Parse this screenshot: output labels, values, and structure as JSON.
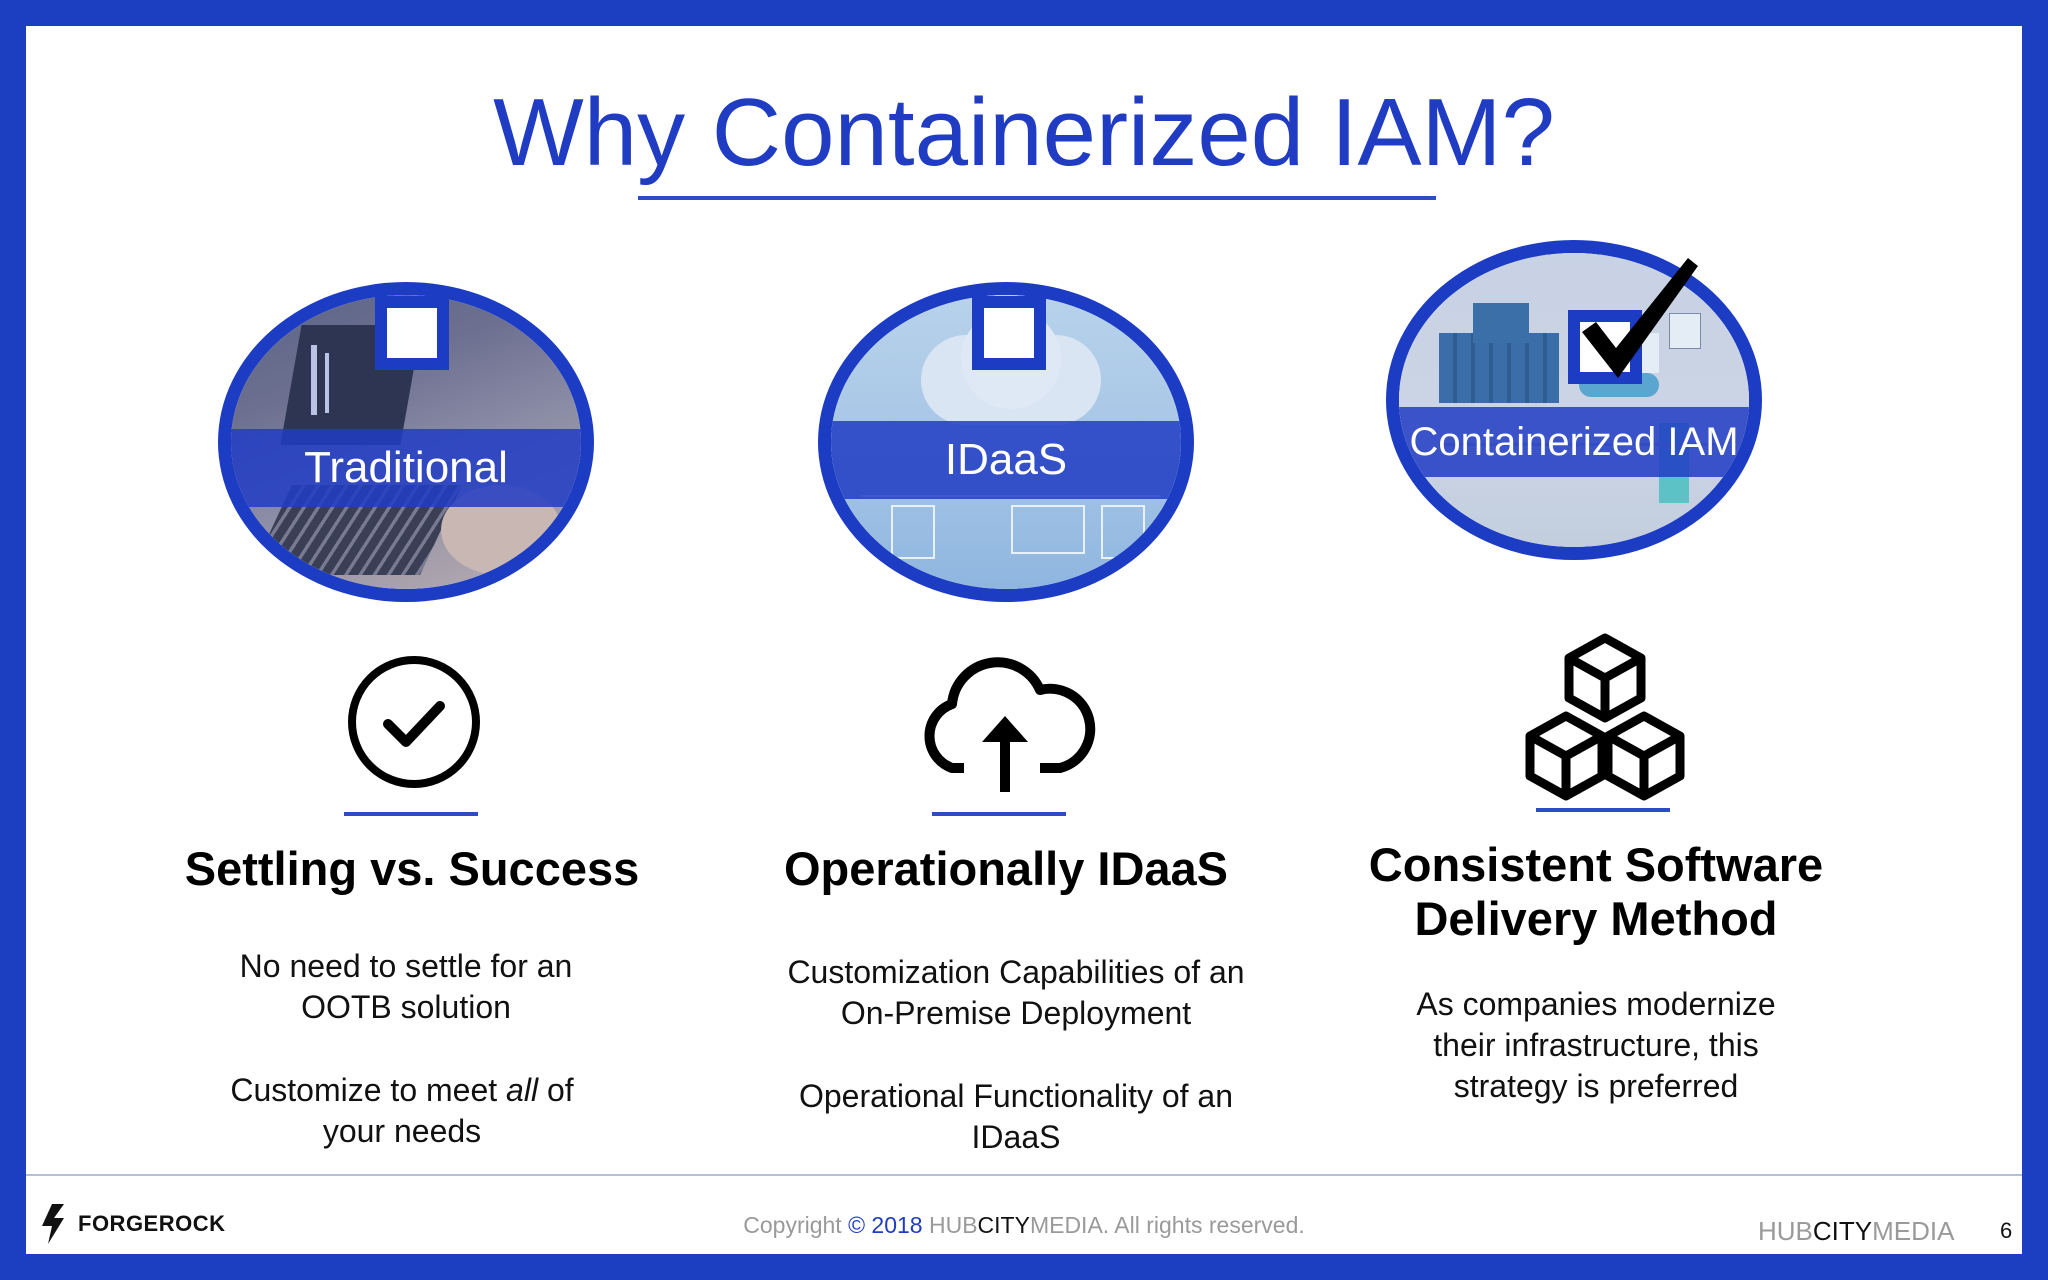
{
  "title": "Why Containerized IAM?",
  "columns": [
    {
      "band": "Traditional",
      "checked": false,
      "icon": "check-circle-icon",
      "heading": "Settling vs. Success",
      "para1": "No need to settle for an OOTB solution",
      "para2_pre": "Customize to meet ",
      "para2_em": "all",
      "para2_post": " of your needs"
    },
    {
      "band": "IDaaS",
      "checked": false,
      "icon": "cloud-upload-icon",
      "heading": "Operationally IDaaS",
      "para1": "Customization Capabilities of an On-Premise Deployment",
      "para2": "Operational Functionality of an IDaaS"
    },
    {
      "band": "Containerized IAM",
      "checked": true,
      "icon": "cubes-icon",
      "heading_line1": "Consistent Software",
      "heading_line2": "Delivery Method",
      "para1": "As companies modernize their infrastructure, this strategy is preferred"
    }
  ],
  "footer": {
    "logo": "FORGEROCK",
    "copyright_pre": "Copyright ",
    "copyright_year": "© 2018",
    "copyright_hub": " HUB",
    "copyright_city": "CITY",
    "copyright_media": "MEDIA",
    "copyright_post": ". All rights reserved.",
    "brand_hub": "HUB",
    "brand_city": "CITY",
    "brand_media": "MEDIA",
    "page_number": "6"
  },
  "colors": {
    "accent": "#1d3cc4",
    "frame": "#1c3fc2"
  }
}
